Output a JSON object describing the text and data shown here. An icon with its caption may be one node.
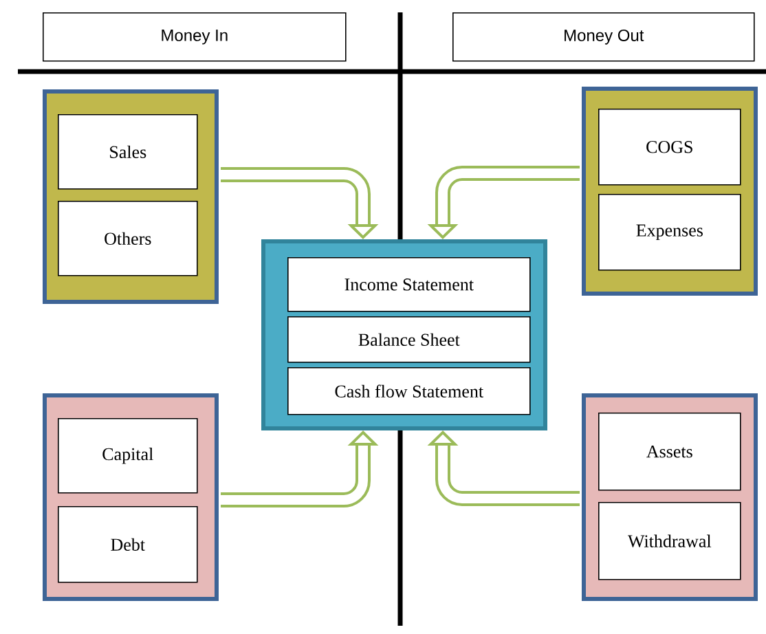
{
  "diagram": {
    "nodes": [
      {
        "text": [
          "Money In"
        ]
      },
      {
        "text": [
          "Money Out"
        ]
      },
      {
        "text": [],
        "shape": "box"
      },
      {
        "text": [
          "Sales"
        ],
        "in": 2
      },
      {
        "text": [
          "Others"
        ],
        "in": 2
      },
      {
        "text": [],
        "shape": "box"
      },
      {
        "text": [
          "COGS"
        ],
        "in": 5
      },
      {
        "text": [
          "Expenses"
        ],
        "in": 5
      },
      {
        "text": [],
        "shape": "box"
      },
      {
        "text": [
          "Income Statement"
        ],
        "in": 8
      },
      {
        "text": [
          "Balance Sheet"
        ],
        "in": 8
      },
      {
        "text": [
          "Cash flow Statement"
        ],
        "in": 8
      },
      {
        "text": [],
        "shape": "box"
      },
      {
        "text": [
          "Capital"
        ],
        "in": 12
      },
      {
        "text": [
          "Debt"
        ],
        "in": 12
      },
      {
        "text": [],
        "shape": "box"
      },
      {
        "text": [
          "Assets"
        ],
        "in": 15
      },
      {
        "text": [
          "Withdrawal"
        ],
        "in": 15
      }
    ],
    "edges": [
      {
        "from": 2,
        "to": 8,
        "arrow": "to"
      },
      {
        "from": 5,
        "to": 8,
        "arrow": "to"
      },
      {
        "from": 12,
        "to": 8,
        "arrow": "to"
      },
      {
        "from": 15,
        "to": 8,
        "arrow": "to"
      }
    ]
  }
}
